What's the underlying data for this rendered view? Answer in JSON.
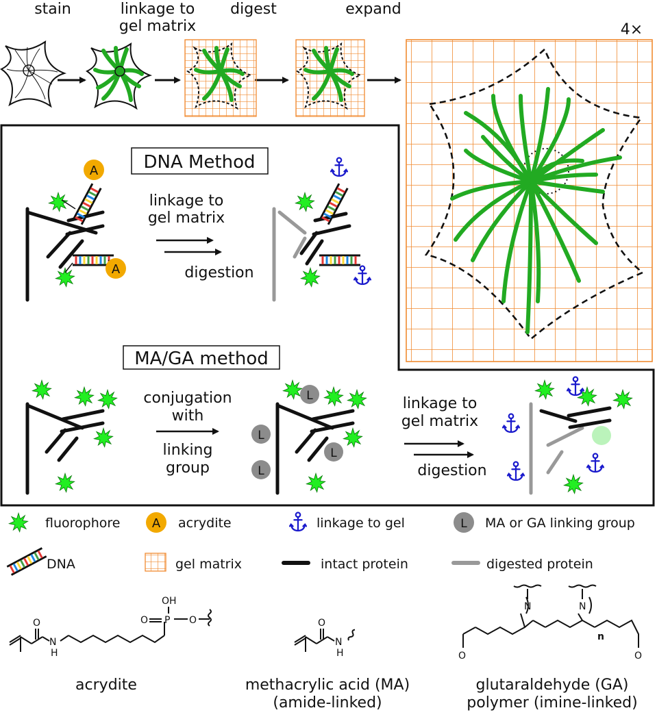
{
  "steps": {
    "stain": "stain",
    "linkage_line1": "linkage to",
    "linkage_line2": "gel matrix",
    "digest": "digest",
    "expand": "expand",
    "factor": "4×"
  },
  "dna_panel": {
    "title": "DNA Method",
    "arrow_top_line1": "linkage to",
    "arrow_top_line2": "gel matrix",
    "arrow_bottom": "digestion",
    "acrydite_letter": "A"
  },
  "maga_panel": {
    "title": "MA/GA method",
    "arrow1_line1": "conjugation",
    "arrow1_line2": "with",
    "arrow1_line3": "linking",
    "arrow1_line4": "group",
    "arrow2_line1": "linkage to",
    "arrow2_line2": "gel matrix",
    "arrow2_bottom": "digestion",
    "linker_letter": "L"
  },
  "legend": {
    "fluorophore": "fluorophore",
    "acrydite": "acrydite",
    "acrydite_letter": "A",
    "linkage": "linkage to gel",
    "linker": "MA or GA linking group",
    "linker_letter": "L",
    "dna": "DNA",
    "gel": "gel matrix",
    "intact": "intact protein",
    "digested": "digested protein"
  },
  "chemistry": {
    "acrydite_name": "acrydite",
    "ma_name_line1": "methacrylic acid (MA)",
    "ma_name_line2": "(amide-linked)",
    "ga_name_line1": "glutaraldehyde (GA)",
    "ga_name_line2": "polymer (imine-linked)",
    "atom_O": "O",
    "atom_N": "N",
    "atom_H": "H",
    "atom_P": "P",
    "atom_OH": "OH",
    "atom_n": "n"
  },
  "colors": {
    "green": "#22aa22",
    "fluor": "#22ee22",
    "orange": "#f08a30",
    "acrydite": "#f2a900",
    "anchor": "#1a1acc",
    "linker": "#8c8c8c",
    "digested": "#999999"
  }
}
